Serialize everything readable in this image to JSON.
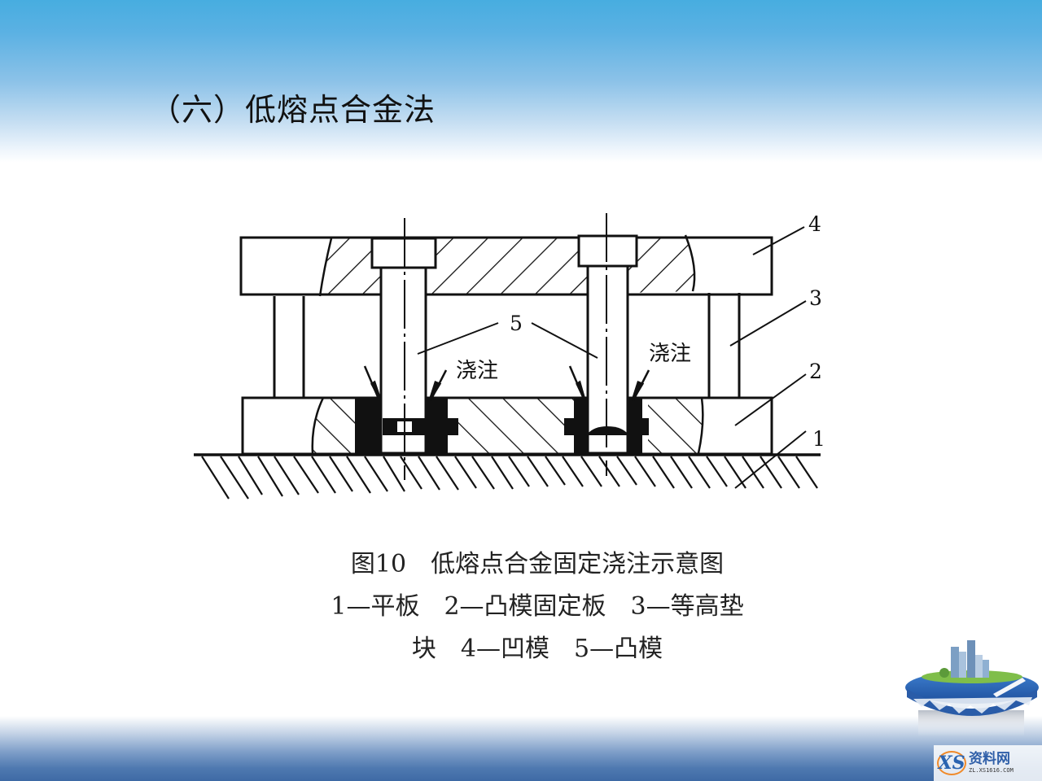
{
  "slide": {
    "title": "（六）低熔点合金法"
  },
  "diagram": {
    "labels": {
      "part1": "1",
      "part2": "2",
      "part3": "3",
      "part4": "4",
      "part5": "5",
      "pour_left": "浇注",
      "pour_right": "浇注"
    }
  },
  "caption": {
    "line1": "图10　低熔点合金固定浇注示意图",
    "line2": "1—平板　2—凸模固定板　3—等高垫",
    "line3": "块　4—凹模　5—凸模"
  },
  "watermark": {
    "mark": "XS",
    "name": "资料网",
    "url": "ZL.XS1616.COM"
  },
  "colors": {
    "header_blue": "#47ade0",
    "footer_blue": "#3e6aa5",
    "ink": "#111111"
  }
}
